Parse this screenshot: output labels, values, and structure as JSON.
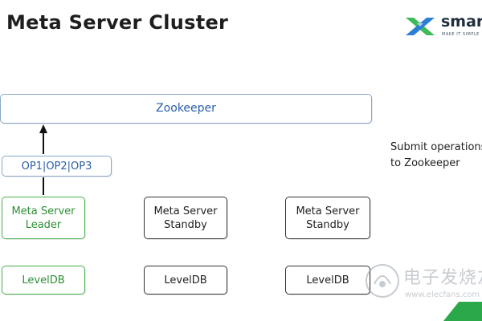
{
  "slide": {
    "title": "Meta Server Cluster"
  },
  "logo": {
    "name": "smart",
    "tagline": "MAKE IT SIMPLE",
    "colors": {
      "green": "#3dbb5a",
      "blue": "#2a7fd4"
    }
  },
  "diagram": {
    "zookeeper_label": "Zookeeper",
    "ops_label": "OP1|OP2|OP3",
    "leader_label_line1": "Meta Server",
    "leader_label_line2": "Leader",
    "standby1_label_line1": "Meta Server",
    "standby1_label_line2": "Standby",
    "standby2_label_line1": "Meta Server",
    "standby2_label_line2": "Standby",
    "leveldb_1": "LevelDB",
    "leveldb_2": "LevelDB",
    "leveldb_3": "LevelDB",
    "colors": {
      "leader": "#45b04a",
      "zookeeper": "#2a5ea8",
      "standby": "#333333"
    }
  },
  "note": {
    "line1": "Submit operations",
    "line2": "to Zookeeper"
  },
  "watermark": {
    "text": "电子发烧友",
    "url": "www.elecfans.com"
  }
}
